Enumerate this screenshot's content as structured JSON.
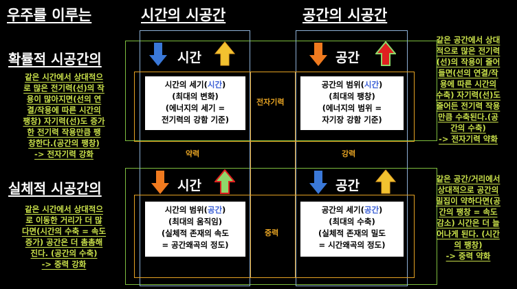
{
  "headers": {
    "top_left": "우주를 이루는",
    "time_spacetime": "시간의 시공간",
    "space_spacetime": "공간의 시공간"
  },
  "rows": {
    "prob": "확률적 시공간의",
    "real": "실체적 시공간의"
  },
  "cells": {
    "top_left_label": "시간",
    "top_right_label": "공간",
    "bottom_left_label": "시간",
    "bottom_right_label": "공간"
  },
  "boxes": {
    "tl": {
      "l1a": "시간의 세기(",
      "l1b": "시간",
      "l1c": ")",
      "l2": "(최대의 변화)",
      "l3": "(에너지의 세기 =",
      "l4": "전기력의 강함 기준)"
    },
    "tr": {
      "l1a": "공간의 범위(",
      "l1b": "시간",
      "l1c": ")",
      "l2": "(최대의 팽창)",
      "l3": "(에너지의 범위 =",
      "l4": "자기장 강함 기준)"
    },
    "bl": {
      "l1a": "시간의 범위(",
      "l1b": "공간",
      "l1c": ")",
      "l2": "(최대의 움직임)",
      "l3": "(실체적 존재의 속도",
      "l4": "= 공간왜곡의 정도)"
    },
    "br": {
      "l1a": "공간의 세기(",
      "l1b": "공간",
      "l1c": ")",
      "l2": "(최대의 수축)",
      "l3": "(실체적 존재의 밀도",
      "l4": "= 시간왜곡의 정도)"
    }
  },
  "forces": {
    "electromagnetic": "전자기력",
    "weak": "약력",
    "strong": "강력",
    "gravity": "중력"
  },
  "notes": {
    "left_top": [
      "같은 시간에서 상대적으",
      "로 많은 전기력(선)의 작",
      "용이 많아지면(선의 연",
      "결/작용에 따른 시간의",
      "팽창) 자기력(선)도 증가",
      "한 전기력 작용만큼 팽",
      "창한다.(공간의 팽창)",
      "-> 전자기력 강화"
    ],
    "left_bottom": [
      "같은 시간에서 상대적으",
      "로 이동한 거리가 더 많",
      "다면(시간의 수축 = 속도",
      "증가) 공간은 더 촘촘해",
      "진다. (공간의 수축)",
      "-> 중력 강화"
    ],
    "right_top": [
      "같은 공간에서 상대",
      "적으로 많은 전기력",
      "(선)의 작용이 줄어",
      "들면(선의 연결/작",
      "용에 따른 시간의",
      "수축) 자기력(선)도",
      "줄어든 전기력 작용",
      "만큼 수축된다.(공",
      "간의 수축)",
      "-> 전자기력 약화"
    ],
    "right_bottom": [
      "같은 공간/거리에서",
      "상대적으로 공간의",
      "밀집이 약하다면(공",
      "간의 팽창 = 속도",
      "감소) 시간은 더 늘",
      "어나게 된다. (시간",
      "의 팽창)",
      "-> 중력 약화"
    ]
  },
  "colors": {
    "green_text": "#c9e04a",
    "green_box": "#7fbf3f",
    "blue_box": "#8fb2d8",
    "orange_box": "#e6a323",
    "arrow_blue": "#3a78d8",
    "arrow_orange": "#f07a1f",
    "arrow_yellow": "#f2c230",
    "arrow_red": "#e02020",
    "arrow_green": "#8fd86a"
  }
}
